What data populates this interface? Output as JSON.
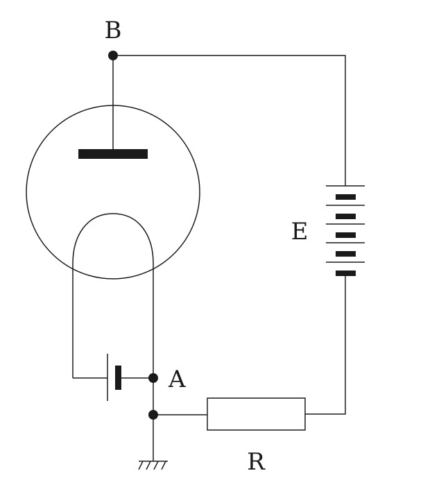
{
  "labels": {
    "anode": "B",
    "filament_node": "A",
    "battery": "E",
    "resistor": "R"
  },
  "colors": {
    "ink": "#1a1a1a",
    "background": "#ffffff"
  },
  "components": {
    "tube": "vacuum-diode",
    "anode_battery_cells": 5,
    "filament_battery_cells": 1,
    "ground": "ground-symbol"
  }
}
